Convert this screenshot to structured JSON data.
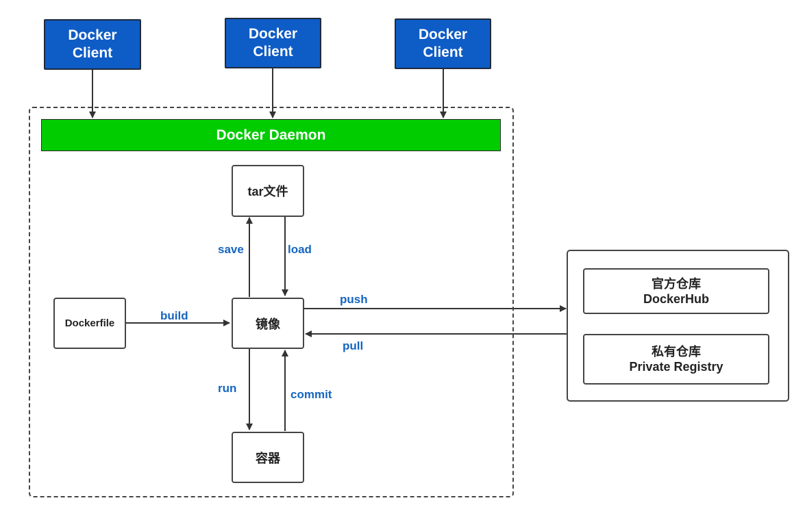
{
  "clients": [
    {
      "line1": "Docker",
      "line2": "Client"
    },
    {
      "line1": "Docker",
      "line2": "Client"
    },
    {
      "line1": "Docker",
      "line2": "Client"
    }
  ],
  "daemon": {
    "label": "Docker Daemon"
  },
  "nodes": {
    "tar_file": "tar文件",
    "dockerfile": "Dockerfile",
    "image": "镜像",
    "container": "容器"
  },
  "registries": {
    "official": {
      "line1": "官方仓库",
      "line2": "DockerHub"
    },
    "private": {
      "line1": "私有仓库",
      "line2": "Private Registry"
    }
  },
  "edges": {
    "save": "save",
    "load": "load",
    "build": "build",
    "push": "push",
    "pull": "pull",
    "run": "run",
    "commit": "commit"
  },
  "colors": {
    "client_fill": "#0e5cc6",
    "daemon_fill": "#00cc00",
    "edge_label": "#1565c0",
    "arrow": "#333333"
  }
}
